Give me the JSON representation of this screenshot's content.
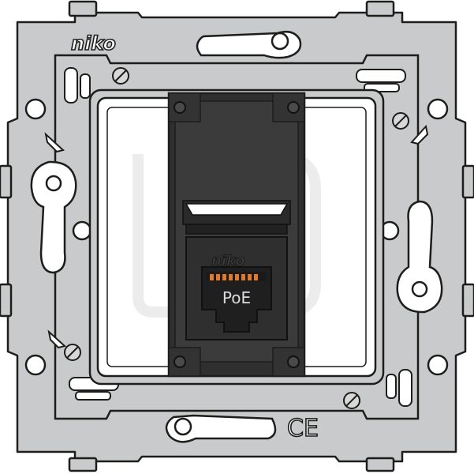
{
  "product": {
    "brand_logo": "niko",
    "module_logo": "niko",
    "port_label": "PoE",
    "certification_mark": "CE"
  },
  "colors": {
    "frame_metal": "#c9cacb",
    "frame_outline": "#1d1d1b",
    "cover_white": "#ffffff",
    "module_dark": "#3b3b3b",
    "module_darker": "#2a2a2a",
    "contact_pins": "#e07a2b",
    "watermark": "#ececec"
  },
  "icons": [
    "screw-icon",
    "mounting-hole-icon",
    "rj45-port-icon",
    "ce-mark-icon"
  ]
}
